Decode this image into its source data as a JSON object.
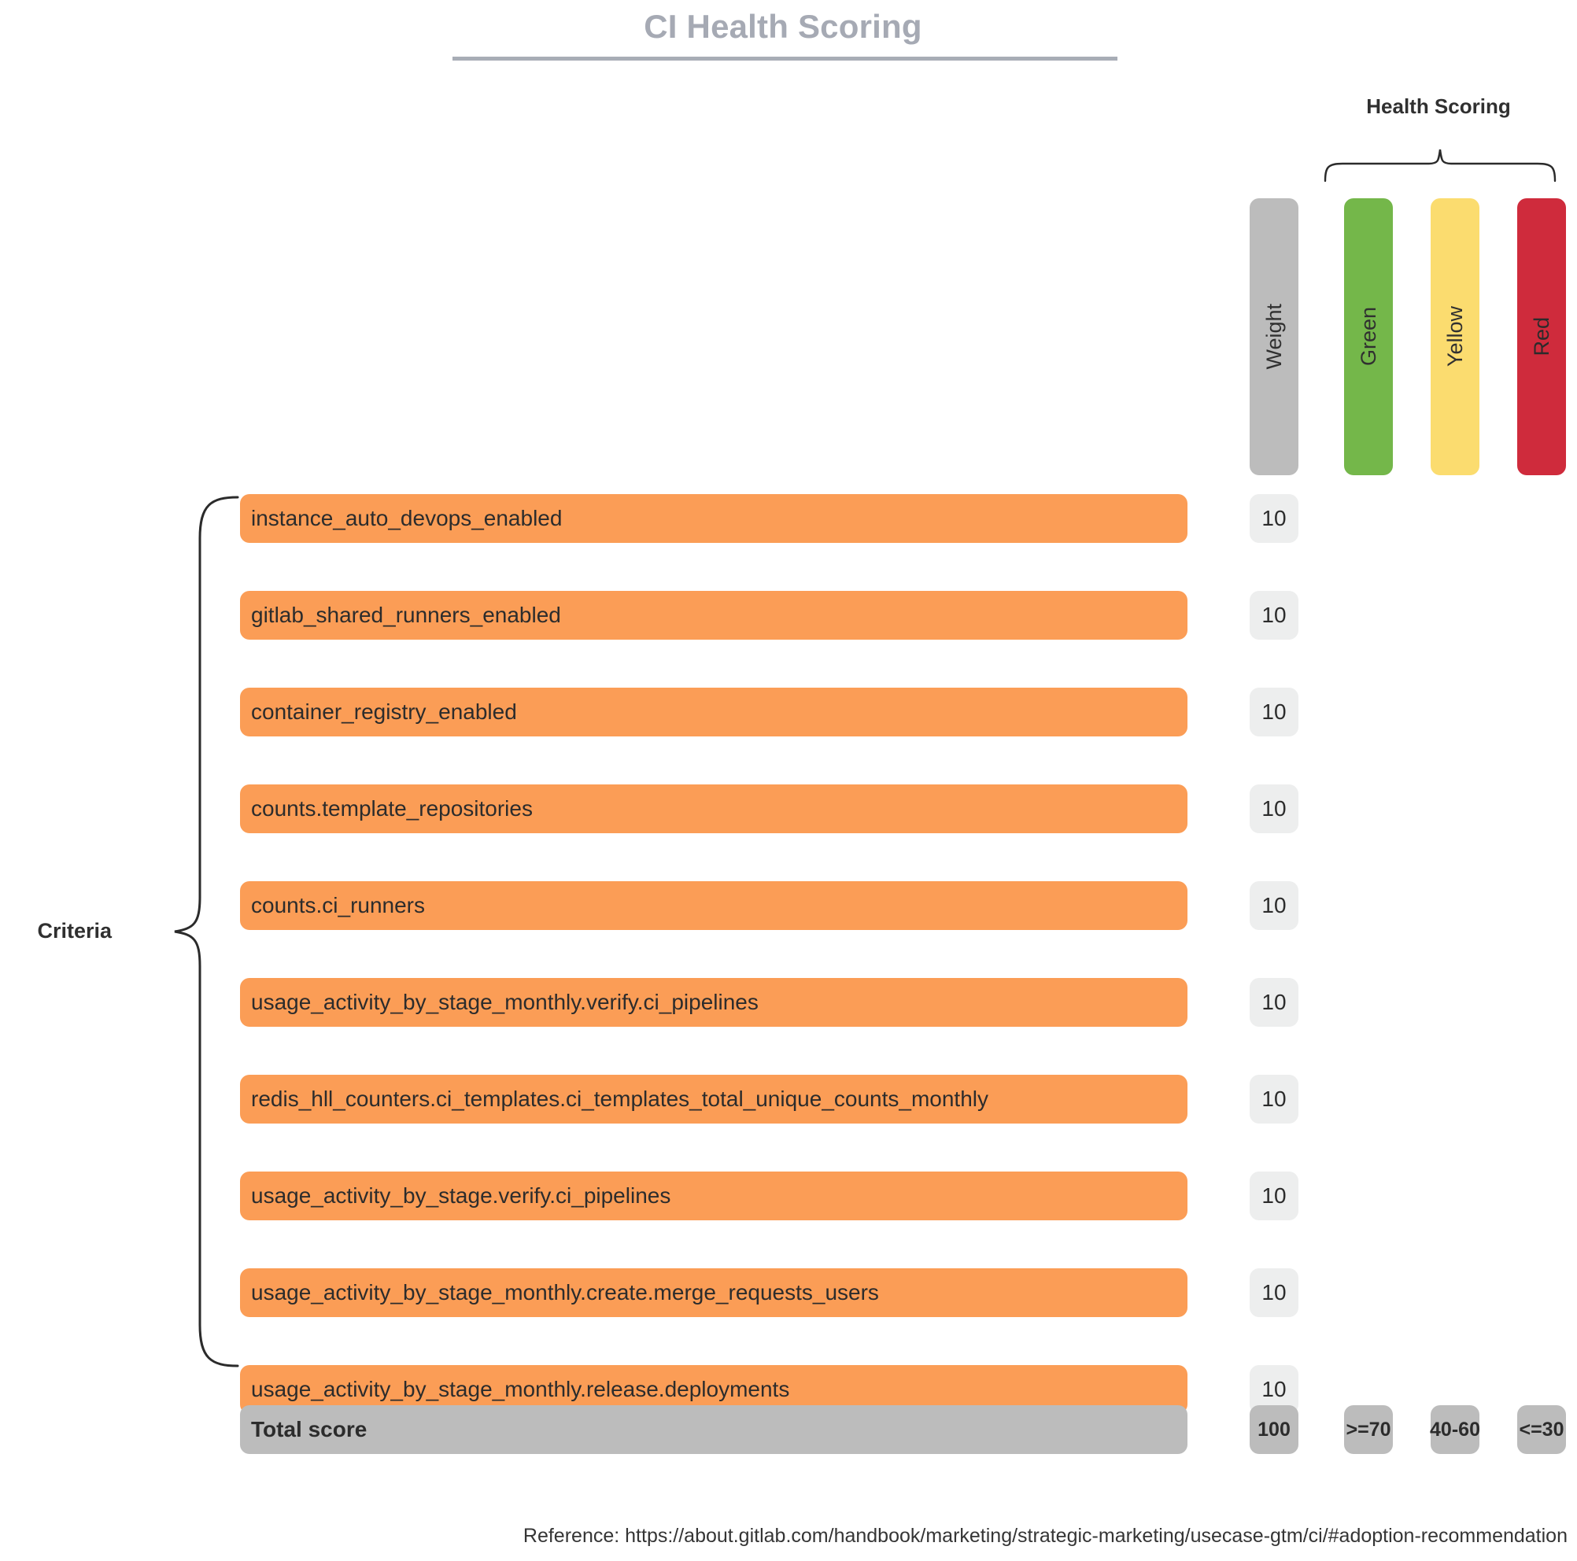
{
  "title": "CI Health Scoring",
  "group_header": {
    "health_scoring_label": "Health Scoring"
  },
  "legend": {
    "columns": [
      {
        "label": "Weight",
        "color": "#bcbcbc"
      },
      {
        "label": "Green",
        "color": "#74b74a"
      },
      {
        "label": "Yellow",
        "color": "#fbdc6f"
      },
      {
        "label": "Red",
        "color": "#cf2b3c"
      }
    ]
  },
  "criteria_group_label": "Criteria",
  "criteria": [
    {
      "name": "instance_auto_devops_enabled",
      "weight": "10"
    },
    {
      "name": "gitlab_shared_runners_enabled",
      "weight": "10"
    },
    {
      "name": "container_registry_enabled",
      "weight": "10"
    },
    {
      "name": "counts.template_repositories",
      "weight": "10"
    },
    {
      "name": "counts.ci_runners",
      "weight": "10"
    },
    {
      "name": "usage_activity_by_stage_monthly.verify.ci_pipelines",
      "weight": "10"
    },
    {
      "name": "redis_hll_counters.ci_templates.ci_templates_total_unique_counts_monthly",
      "weight": "10"
    },
    {
      "name": "usage_activity_by_stage.verify.ci_pipelines",
      "weight": "10"
    },
    {
      "name": "usage_activity_by_stage_monthly.create.merge_requests_users",
      "weight": "10"
    },
    {
      "name": "usage_activity_by_stage_monthly.release.deployments",
      "weight": "10"
    }
  ],
  "total": {
    "label": "Total score",
    "weight": "100",
    "green": ">=70",
    "yellow": "40-60",
    "red": "<=30"
  },
  "reference": "Reference: https://about.gitlab.com/handbook/marketing/strategic-marketing/usecase-gtm/ci/#adoption-recommendation",
  "colors": {
    "criterion_bar": "#fb9d56",
    "weight_badge": "#edeeee",
    "total_bar": "#bcbcbc",
    "title": "#a6aab4"
  }
}
